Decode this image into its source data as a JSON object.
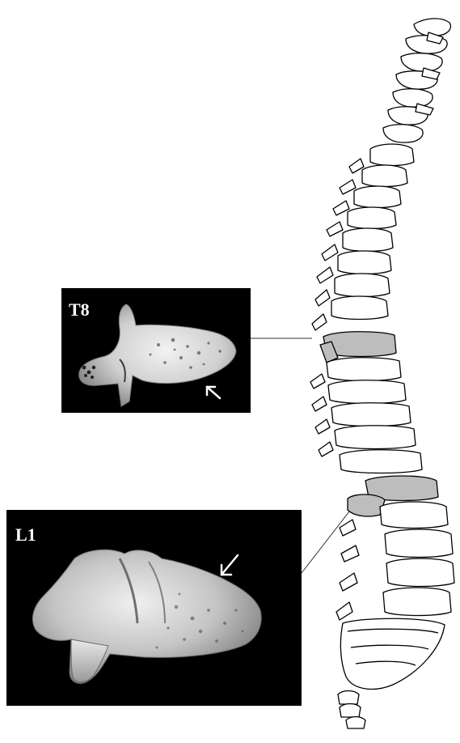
{
  "figure": {
    "panels": [
      {
        "id": "t8",
        "label": "T8"
      },
      {
        "id": "l1",
        "label": "L1"
      }
    ],
    "highlighted_vertebrae": [
      "T8",
      "L1"
    ],
    "colors": {
      "background": "#ffffff",
      "panel_background": "#000000",
      "label": "#ffffff",
      "spine_outline": "#000000",
      "highlight_fill": "#bdbdbd",
      "bone_light": "#e6e6e6",
      "bone_mid": "#a9a9a9",
      "arrow": "#ffffff"
    }
  }
}
